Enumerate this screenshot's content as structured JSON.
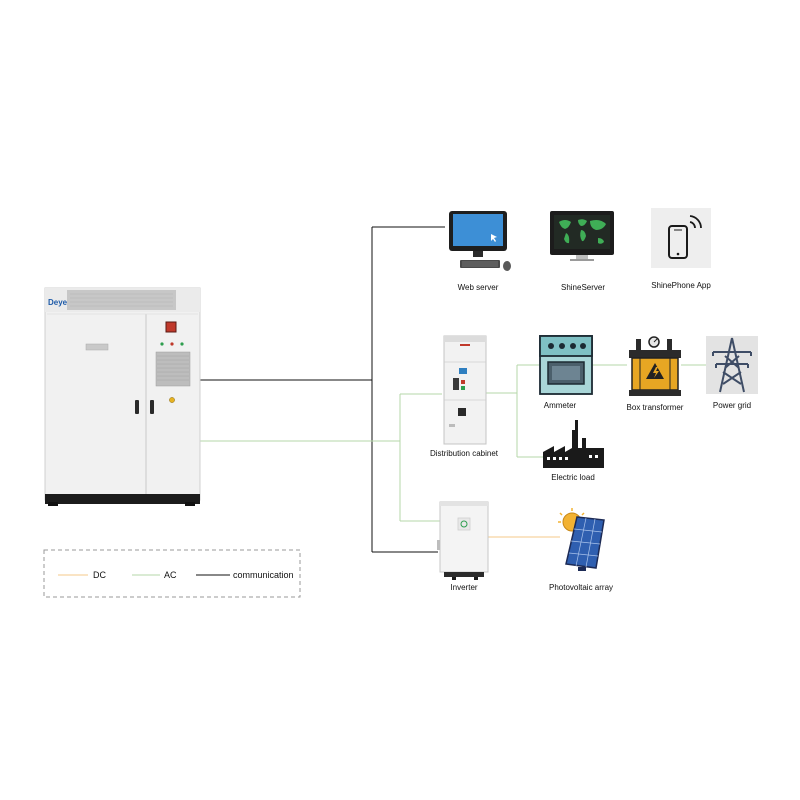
{
  "colors": {
    "dc": "#f4c98a",
    "ac": "#b6d7a8",
    "communication": "#111111",
    "cabinet_body": "#f1f1f1",
    "brand": "#1d5aa8"
  },
  "main_unit": {
    "brand": "Deye"
  },
  "nodes": {
    "web_server": "Web server",
    "shine_server": "ShineServer",
    "shinephone_app": "ShinePhone App",
    "distribution_cabinet": "Distribution cabinet",
    "ammeter": "Ammeter",
    "box_transformer": "Box transformer",
    "power_grid": "Power grid",
    "electric_load": "Electric load",
    "inverter": "Inverter",
    "photovoltaic_array": "Photovoltaic array"
  },
  "legend": {
    "dc": "DC",
    "ac": "AC",
    "communication": "communication"
  },
  "icons": [
    "desktop-computer-icon",
    "world-map-monitor-icon",
    "smartphone-signal-icon",
    "distribution-cabinet-icon",
    "ammeter-icon",
    "transformer-icon",
    "transmission-tower-icon",
    "factory-icon",
    "inverter-icon",
    "solar-panel-icon"
  ]
}
